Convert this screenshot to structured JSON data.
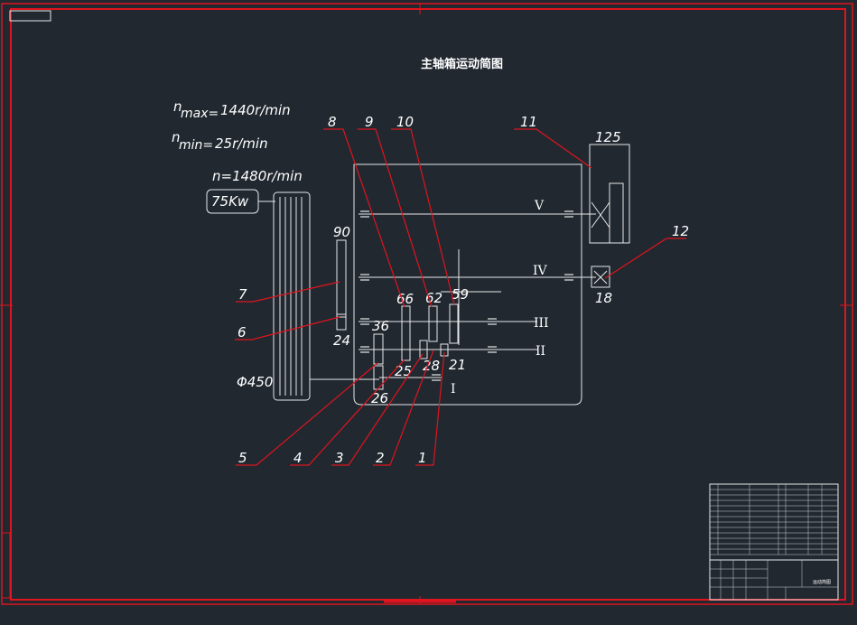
{
  "drawing": {
    "title": "主轴箱运动简图",
    "n_max": "n",
    "n_max_sub": "max=",
    "n_max_val": "1440r/min",
    "n_min": "n",
    "n_min_sub": "min=",
    "n_min_val": "25r/min",
    "motor_speed": "n=1480r/min",
    "motor_power": "75Kw",
    "pulley_diameter": "Φ450"
  },
  "shafts": [
    "V",
    "IV",
    "III",
    "II",
    "I"
  ],
  "teeth": {
    "t90": "90",
    "t24": "24",
    "t36": "36",
    "t26": "26",
    "t66": "66",
    "t25": "25",
    "t62": "62",
    "t28": "28",
    "t59": "59",
    "t21": "21",
    "t125": "125",
    "t18": "18"
  },
  "callouts": [
    "1",
    "2",
    "3",
    "4",
    "5",
    "6",
    "7",
    "8",
    "9",
    "10",
    "11",
    "12"
  ],
  "title_block": {
    "drawing_name": "运动简图"
  },
  "colors": {
    "background": "#212830",
    "border": "#e0141e",
    "lines": "#e8e8e8"
  }
}
